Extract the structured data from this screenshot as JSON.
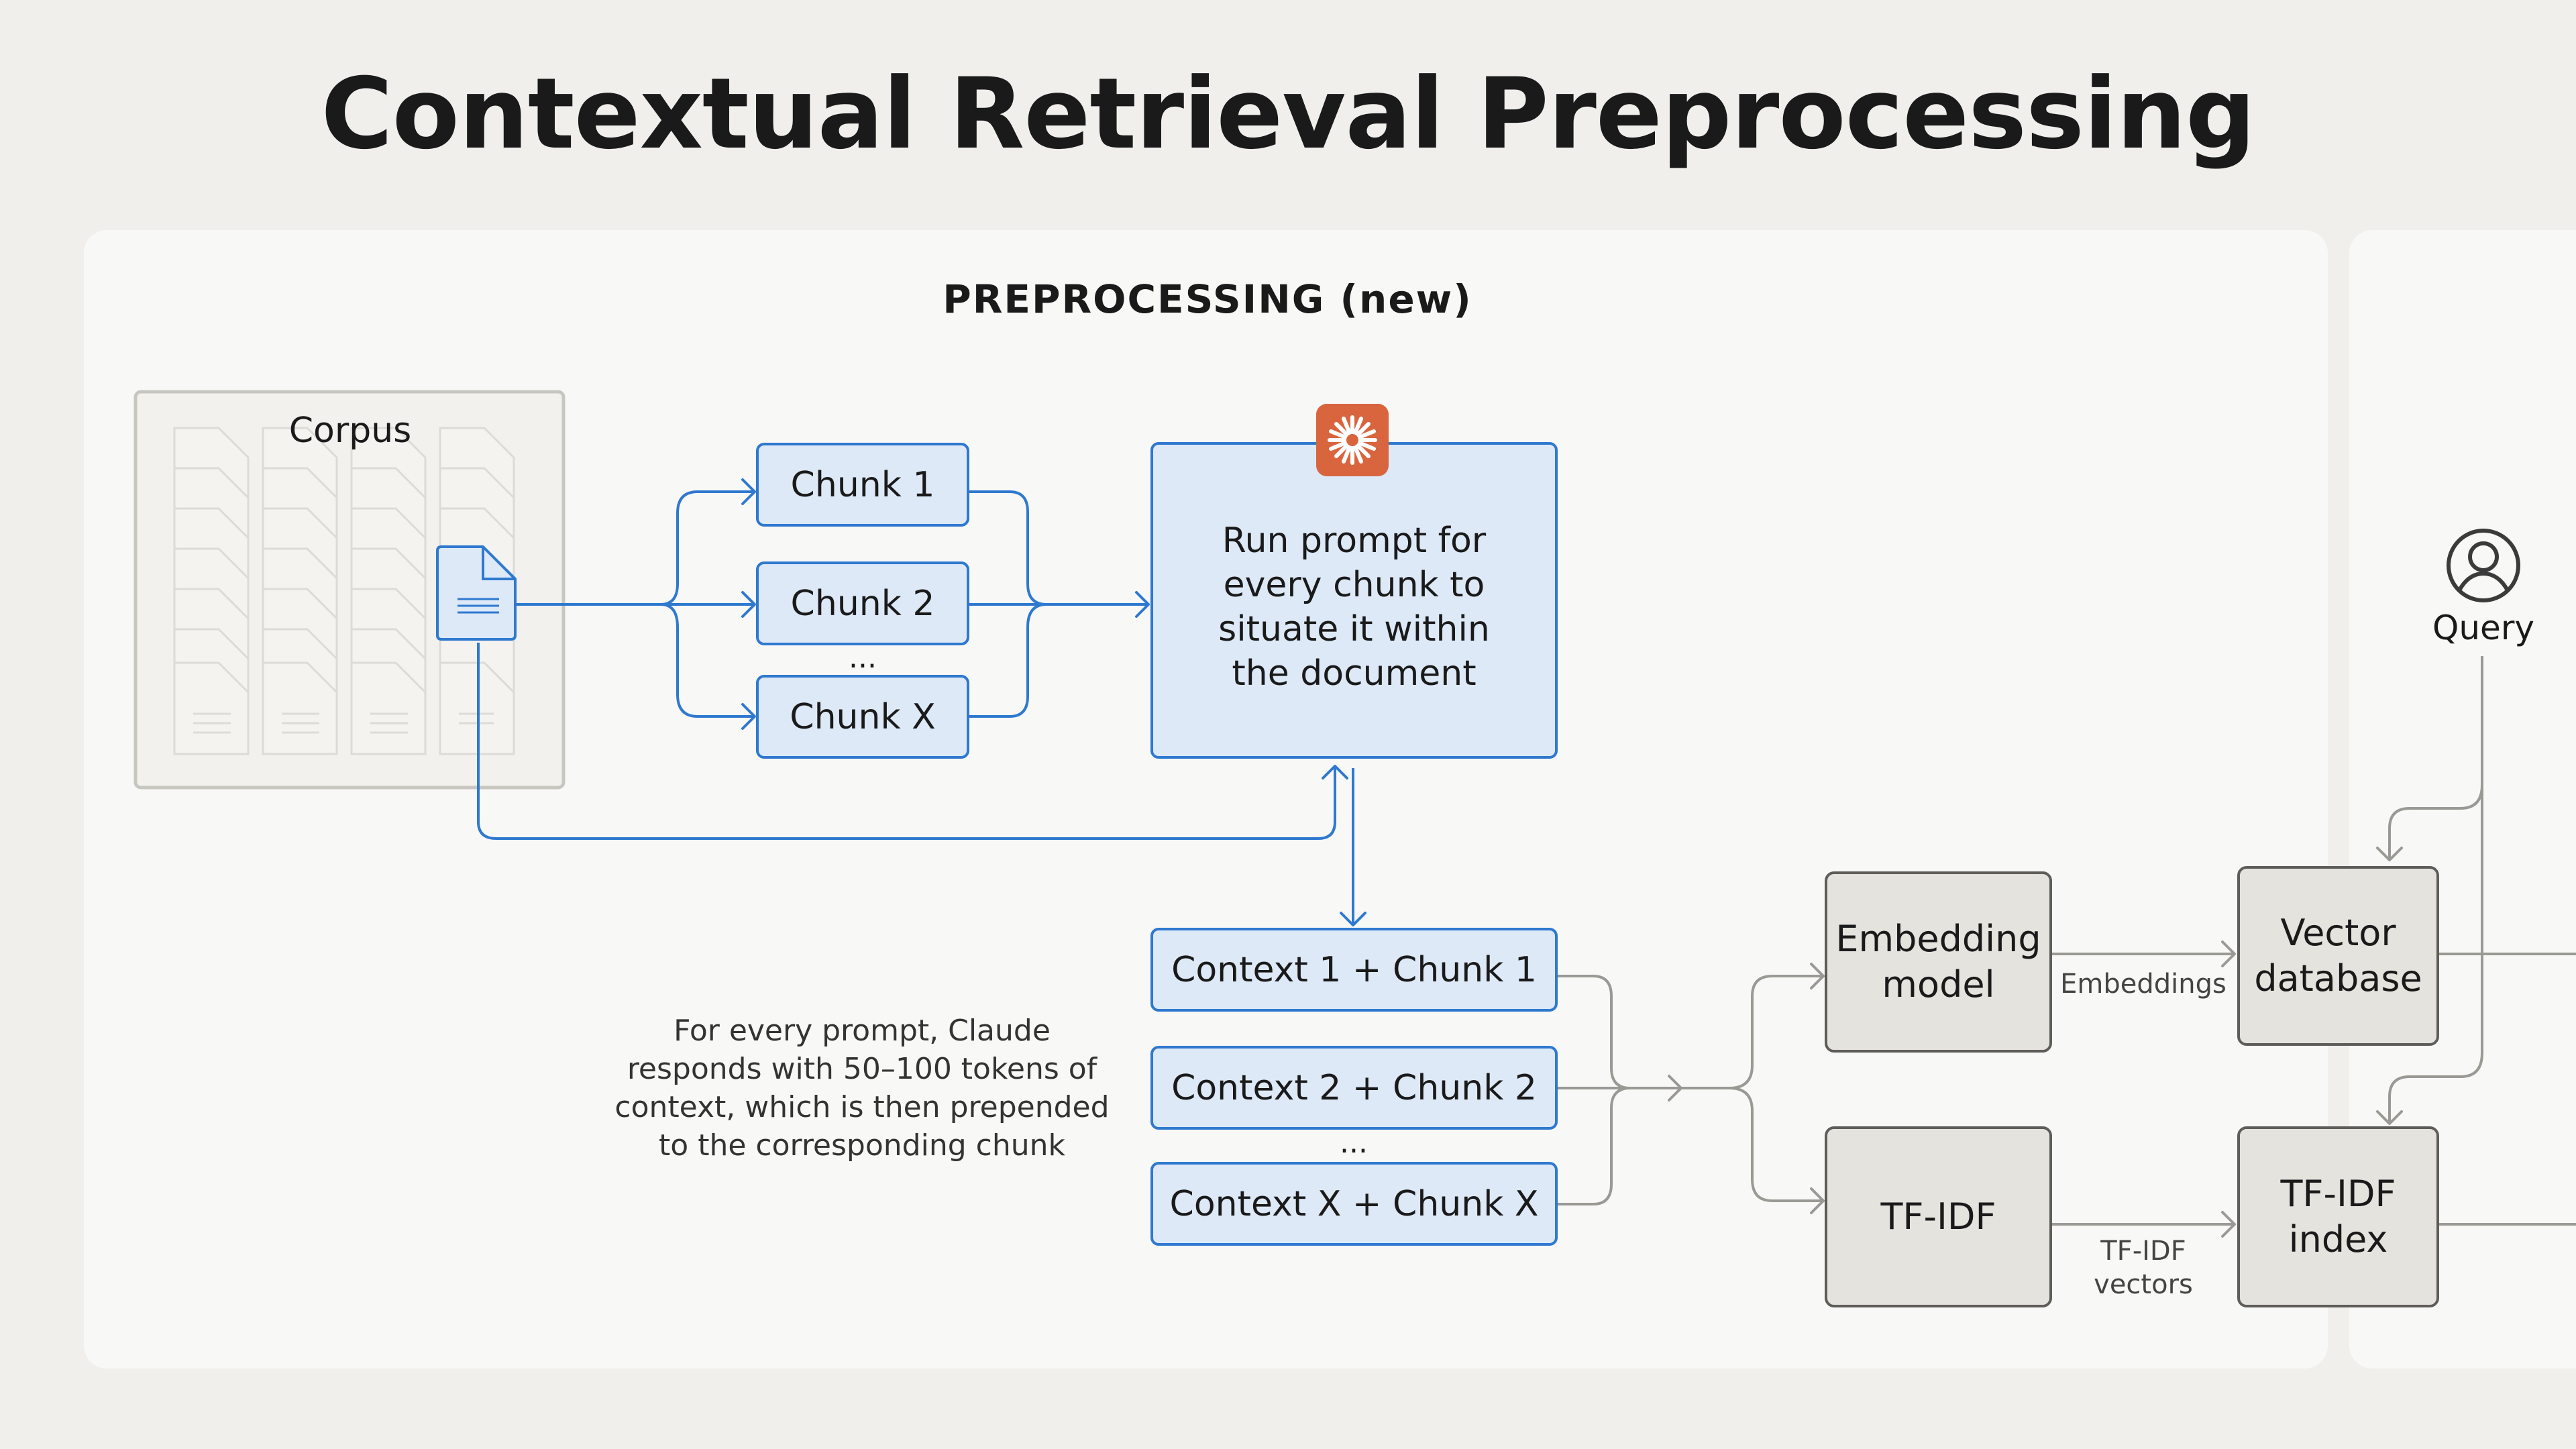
{
  "title": "Contextual Retrieval Preprocessing",
  "section_label": "PREPROCESSING (new)",
  "corpus": {
    "label": "Corpus"
  },
  "chunks": [
    "Chunk 1",
    "Chunk 2",
    "Chunk X"
  ],
  "chunk_ellipsis": "...",
  "prompt_box": {
    "lines": [
      "Run prompt for",
      "every chunk to",
      "situate it within",
      "the document"
    ],
    "icon": "claude-sparkle-icon",
    "icon_color": "#d9653f"
  },
  "contextual_chunks": [
    "Context 1 + Chunk 1",
    "Context 2 + Chunk 2",
    "Context X + Chunk X"
  ],
  "contextual_ellipsis": "...",
  "note": {
    "lines": [
      "For every prompt, Claude",
      "responds with 50–100 tokens of",
      "context, which is then prepended",
      "to the corresponding chunk"
    ]
  },
  "embedding_model": [
    "Embedding",
    "model"
  ],
  "tfidf": "TF-IDF",
  "embeddings_label": "Embeddings",
  "tfidf_vectors_label": [
    "TF-IDF",
    "vectors"
  ],
  "vector_database": [
    "Vector",
    "database"
  ],
  "tfidf_index": [
    "TF-IDF",
    "index"
  ],
  "query": {
    "label": "Query",
    "icon": "user-icon"
  },
  "colors": {
    "blue": "#2f79cf",
    "blue_fill": "#dde9f7",
    "gray_line": "#9a9994",
    "gray_fill": "#e5e3dd",
    "background": "#f0efeb",
    "panel": "#f8f8f6"
  }
}
